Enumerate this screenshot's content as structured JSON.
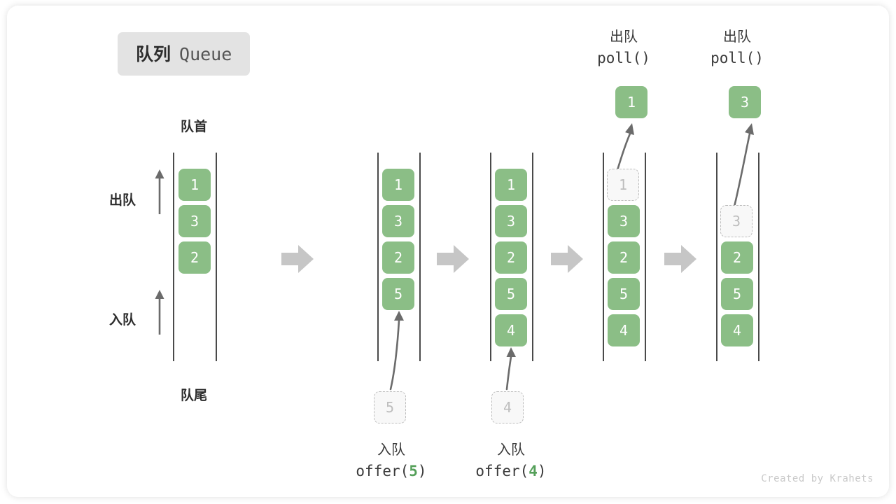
{
  "title": {
    "cn": "队列",
    "en": "Queue"
  },
  "labels": {
    "front": "队首",
    "rear": "队尾",
    "dequeue": "出队",
    "enqueue": "入队"
  },
  "icons": {
    "step_arrow": "right-block-arrow-icon",
    "flow_arrow_up": "up-arrow-icon",
    "move_arrow": "curved-arrow-icon"
  },
  "colors": {
    "cell_fill": "#8bbe86",
    "cell_text": "#ffffff",
    "ghost_fill": "#f8f8f8",
    "ghost_border": "#bdbdbd",
    "ghost_text": "#bdbdbd",
    "rail": "#4a4a4a",
    "step_arrow": "#c6c6c6",
    "badge_bg": "#e3e3e3",
    "accent_green": "#55a05a",
    "text": "#2c2c2c"
  },
  "columns": [
    {
      "name": "initial-queue",
      "cells": [
        {
          "value": "1",
          "state": "solid"
        },
        {
          "value": "3",
          "state": "solid"
        },
        {
          "value": "2",
          "state": "solid"
        }
      ]
    },
    {
      "name": "after-offer-5",
      "cells": [
        {
          "value": "1",
          "state": "solid"
        },
        {
          "value": "3",
          "state": "solid"
        },
        {
          "value": "2",
          "state": "solid"
        },
        {
          "value": "5",
          "state": "solid"
        }
      ],
      "incoming": {
        "value": "5",
        "state": "ghost"
      },
      "caption": {
        "line1": "入队",
        "op": "offer(",
        "arg": "5",
        "close": ")"
      }
    },
    {
      "name": "after-offer-4",
      "cells": [
        {
          "value": "1",
          "state": "solid"
        },
        {
          "value": "3",
          "state": "solid"
        },
        {
          "value": "2",
          "state": "solid"
        },
        {
          "value": "5",
          "state": "solid"
        },
        {
          "value": "4",
          "state": "solid"
        }
      ],
      "incoming": {
        "value": "4",
        "state": "ghost"
      },
      "caption": {
        "line1": "入队",
        "op": "offer(",
        "arg": "4",
        "close": ")"
      }
    },
    {
      "name": "after-poll-1",
      "cells": [
        {
          "value": "1",
          "state": "ghost"
        },
        {
          "value": "3",
          "state": "solid"
        },
        {
          "value": "2",
          "state": "solid"
        },
        {
          "value": "5",
          "state": "solid"
        },
        {
          "value": "4",
          "state": "solid"
        }
      ],
      "popped": {
        "value": "1",
        "state": "solid"
      },
      "caption": {
        "line1": "出队",
        "op": "poll()"
      }
    },
    {
      "name": "after-poll-3",
      "cells": [
        {
          "value": "3",
          "state": "ghost"
        },
        {
          "value": "2",
          "state": "solid"
        },
        {
          "value": "5",
          "state": "solid"
        },
        {
          "value": "4",
          "state": "solid"
        }
      ],
      "popped": {
        "value": "3",
        "state": "solid"
      },
      "caption": {
        "line1": "出队",
        "op": "poll()"
      }
    }
  ],
  "watermark": "Created by Krahets"
}
